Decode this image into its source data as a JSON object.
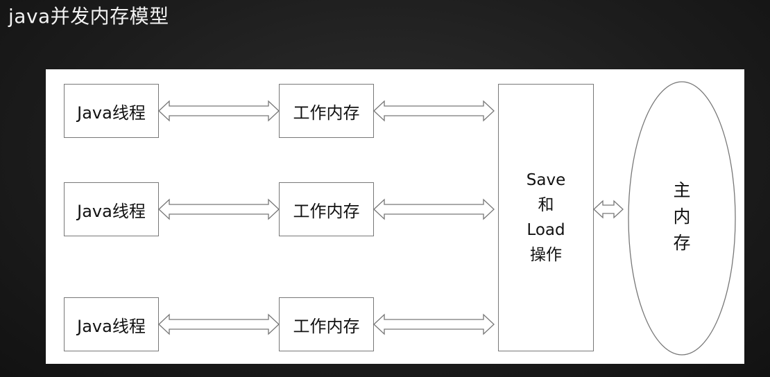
{
  "title": "java并发内存模型",
  "rows": [
    {
      "thread": "Java线程",
      "work_memory": "工作内存"
    },
    {
      "thread": "Java线程",
      "work_memory": "工作内存"
    },
    {
      "thread": "Java线程",
      "work_memory": "工作内存"
    }
  ],
  "save_load": {
    "line1": "Save",
    "line2": "和",
    "line3": "Load",
    "line4": "操作"
  },
  "main_memory": {
    "c1": "主",
    "c2": "内",
    "c3": "存"
  }
}
